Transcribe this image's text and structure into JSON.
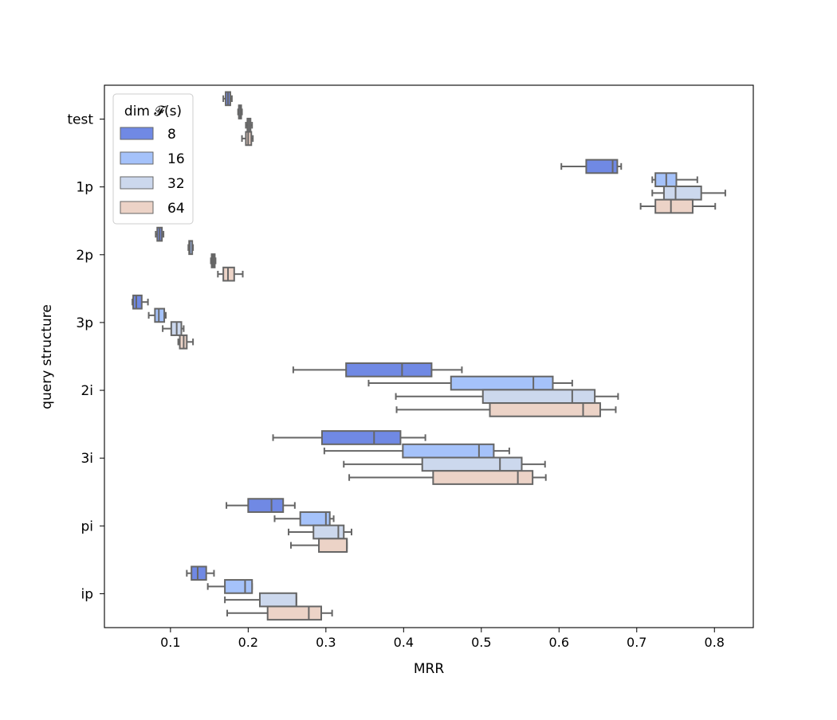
{
  "chart_data": {
    "type": "boxplot",
    "orientation": "horizontal",
    "xlabel": "MRR",
    "ylabel": "query structure",
    "xlim": [
      0.015,
      0.85
    ],
    "xticks": [
      0.1,
      0.2,
      0.3,
      0.4,
      0.5,
      0.6,
      0.7,
      0.8
    ],
    "xtick_labels": [
      "0.1",
      "0.2",
      "0.3",
      "0.4",
      "0.5",
      "0.6",
      "0.7",
      "0.8"
    ],
    "categories": [
      "test",
      "1p",
      "2p",
      "3p",
      "2i",
      "3i",
      "pi",
      "ip"
    ],
    "grid": false,
    "legend": {
      "title": "dim 𝓕(s)",
      "position": "top-left"
    },
    "colors": {
      "8": "#7089e4",
      "16": "#a5c2fa",
      "32": "#ccd8ed",
      "64": "#ecd3c7",
      "outline": "#666666"
    },
    "series": [
      {
        "name": "8",
        "boxes": [
          {
            "category": "test",
            "min": 0.168,
            "q1": 0.171,
            "median": 0.174,
            "q3": 0.177,
            "max": 0.179
          },
          {
            "category": "1p",
            "min": 0.603,
            "q1": 0.635,
            "median": 0.669,
            "q3": 0.675,
            "max": 0.68
          },
          {
            "category": "2p",
            "min": 0.081,
            "q1": 0.083,
            "median": 0.086,
            "q3": 0.089,
            "max": 0.091
          },
          {
            "category": "3p",
            "min": 0.051,
            "q1": 0.052,
            "median": 0.056,
            "q3": 0.063,
            "max": 0.071
          },
          {
            "category": "2i",
            "min": 0.258,
            "q1": 0.326,
            "median": 0.398,
            "q3": 0.436,
            "max": 0.475
          },
          {
            "category": "3i",
            "min": 0.232,
            "q1": 0.295,
            "median": 0.362,
            "q3": 0.396,
            "max": 0.428
          },
          {
            "category": "pi",
            "min": 0.172,
            "q1": 0.2,
            "median": 0.23,
            "q3": 0.245,
            "max": 0.26
          },
          {
            "category": "ip",
            "min": 0.121,
            "q1": 0.127,
            "median": 0.135,
            "q3": 0.146,
            "max": 0.156
          }
        ]
      },
      {
        "name": "16",
        "boxes": [
          {
            "category": "test",
            "min": 0.187,
            "q1": 0.188,
            "median": 0.19,
            "q3": 0.191,
            "max": 0.192
          },
          {
            "category": "1p",
            "min": 0.72,
            "q1": 0.724,
            "median": 0.738,
            "q3": 0.751,
            "max": 0.778
          },
          {
            "category": "2p",
            "min": 0.123,
            "q1": 0.124,
            "median": 0.125,
            "q3": 0.128,
            "max": 0.129
          },
          {
            "category": "3p",
            "min": 0.072,
            "q1": 0.08,
            "median": 0.085,
            "q3": 0.092,
            "max": 0.094
          },
          {
            "category": "2i",
            "min": 0.355,
            "q1": 0.461,
            "median": 0.567,
            "q3": 0.592,
            "max": 0.617
          },
          {
            "category": "3i",
            "min": 0.298,
            "q1": 0.399,
            "median": 0.497,
            "q3": 0.516,
            "max": 0.536
          },
          {
            "category": "pi",
            "min": 0.234,
            "q1": 0.267,
            "median": 0.3,
            "q3": 0.305,
            "max": 0.31
          },
          {
            "category": "ip",
            "min": 0.148,
            "q1": 0.17,
            "median": 0.196,
            "q3": 0.205,
            "max": 0.205
          }
        ]
      },
      {
        "name": "32",
        "boxes": [
          {
            "category": "test",
            "min": 0.197,
            "q1": 0.199,
            "median": 0.201,
            "q3": 0.203,
            "max": 0.205
          },
          {
            "category": "1p",
            "min": 0.72,
            "q1": 0.735,
            "median": 0.75,
            "q3": 0.783,
            "max": 0.814
          },
          {
            "category": "2p",
            "min": 0.152,
            "q1": 0.153,
            "median": 0.155,
            "q3": 0.157,
            "max": 0.158
          },
          {
            "category": "3p",
            "min": 0.09,
            "q1": 0.101,
            "median": 0.108,
            "q3": 0.114,
            "max": 0.117
          },
          {
            "category": "2i",
            "min": 0.39,
            "q1": 0.502,
            "median": 0.617,
            "q3": 0.646,
            "max": 0.676
          },
          {
            "category": "3i",
            "min": 0.323,
            "q1": 0.424,
            "median": 0.524,
            "q3": 0.552,
            "max": 0.582
          },
          {
            "category": "pi",
            "min": 0.252,
            "q1": 0.284,
            "median": 0.316,
            "q3": 0.323,
            "max": 0.333
          },
          {
            "category": "ip",
            "min": 0.17,
            "q1": 0.215,
            "median": 0.262,
            "q3": 0.262,
            "max": 0.262
          }
        ]
      },
      {
        "name": "64",
        "boxes": [
          {
            "category": "test",
            "min": 0.192,
            "q1": 0.197,
            "median": 0.2,
            "q3": 0.204,
            "max": 0.206
          },
          {
            "category": "1p",
            "min": 0.705,
            "q1": 0.724,
            "median": 0.744,
            "q3": 0.772,
            "max": 0.801
          },
          {
            "category": "2p",
            "min": 0.161,
            "q1": 0.168,
            "median": 0.174,
            "q3": 0.182,
            "max": 0.193
          },
          {
            "category": "3p",
            "min": 0.11,
            "q1": 0.112,
            "median": 0.117,
            "q3": 0.121,
            "max": 0.129
          },
          {
            "category": "2i",
            "min": 0.391,
            "q1": 0.511,
            "median": 0.631,
            "q3": 0.653,
            "max": 0.673
          },
          {
            "category": "3i",
            "min": 0.33,
            "q1": 0.438,
            "median": 0.547,
            "q3": 0.566,
            "max": 0.583
          },
          {
            "category": "pi",
            "min": 0.255,
            "q1": 0.291,
            "median": 0.327,
            "q3": 0.327,
            "max": 0.327
          },
          {
            "category": "ip",
            "min": 0.173,
            "q1": 0.225,
            "median": 0.278,
            "q3": 0.294,
            "max": 0.308
          }
        ]
      }
    ]
  }
}
